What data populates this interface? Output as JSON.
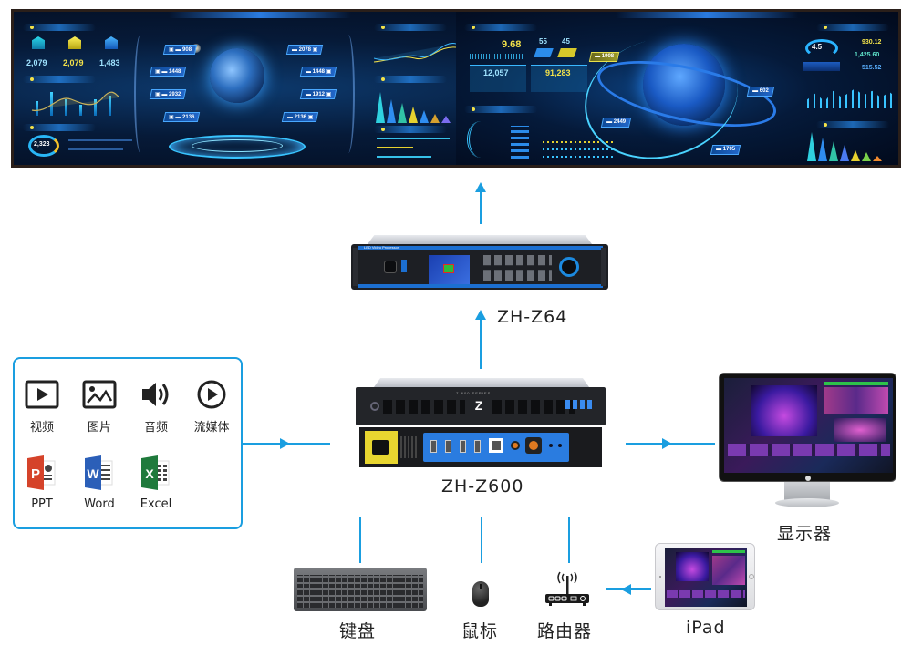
{
  "colors": {
    "accent_line": "#1a9ee0",
    "led_bg": "#061a38",
    "device_blue": "#1c6fd1",
    "highlight_yellow": "#f4e34a"
  },
  "led_wall": {
    "left_panel": {
      "values": [
        "2,079",
        "2,079",
        "1,483"
      ],
      "donut_value": "2,323"
    },
    "left_globe_tags": [
      {
        "value": "908"
      },
      {
        "value": "1448"
      },
      {
        "value": "2932"
      },
      {
        "value": "2136"
      },
      {
        "value": "2078"
      },
      {
        "value": "1448"
      },
      {
        "value": "1912"
      },
      {
        "value": "2136"
      }
    ],
    "right_half": {
      "big_value": "9.68",
      "pct_a": "55",
      "pct_b": "45",
      "stat_a": "12,057",
      "stat_b": "91,283",
      "globe_tags": [
        {
          "value": "1908"
        },
        {
          "value": "602"
        },
        {
          "value": "2449"
        },
        {
          "value": "1705"
        }
      ],
      "ring_value": "4.5",
      "side_values": [
        "930.12",
        "1,425.60",
        "515.52"
      ]
    }
  },
  "devices": {
    "processor": {
      "label": "ZH-Z64",
      "brand_text": "LED Video Processor"
    },
    "controller": {
      "label": "ZH-Z600",
      "series_text": "Z-600 SERIES"
    },
    "display": {
      "label": "显示器"
    },
    "keyboard": {
      "label": "键盘"
    },
    "mouse": {
      "label": "鼠标"
    },
    "router": {
      "label": "路由器"
    },
    "ipad": {
      "label": "iPad"
    }
  },
  "sources": {
    "items": [
      {
        "label": "视频",
        "icon": "video-play-icon"
      },
      {
        "label": "图片",
        "icon": "image-icon"
      },
      {
        "label": "音频",
        "icon": "speaker-icon"
      },
      {
        "label": "流媒体",
        "icon": "stream-play-icon"
      },
      {
        "label": "PPT",
        "icon": "powerpoint-icon",
        "letter": "P"
      },
      {
        "label": "Word",
        "icon": "word-icon",
        "letter": "W"
      },
      {
        "label": "Excel",
        "icon": "excel-icon",
        "letter": "X"
      }
    ]
  }
}
